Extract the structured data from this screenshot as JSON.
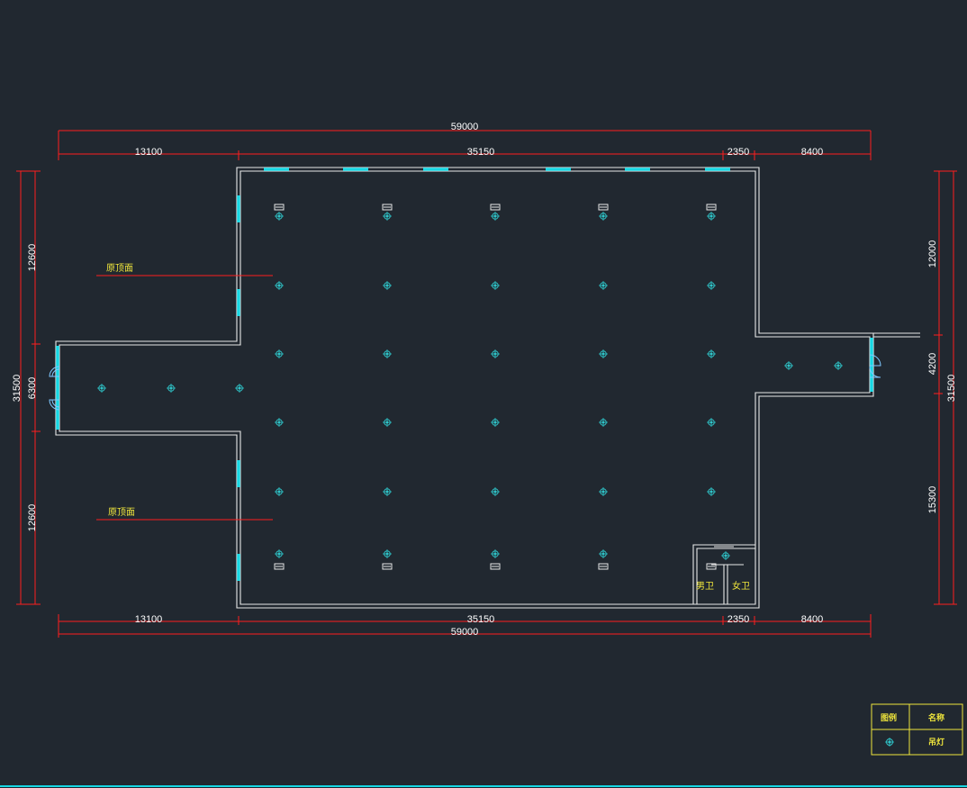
{
  "dimensions": {
    "top_total": "59000",
    "top_segments": [
      "13100",
      "35150",
      "2350",
      "8400"
    ],
    "bottom_total": "59000",
    "bottom_segments": [
      "13100",
      "35150",
      "2350",
      "8400"
    ],
    "left_total": "31500",
    "left_segments": [
      "12600",
      "6300",
      "12600"
    ],
    "right_total": "31500",
    "right_segments": [
      "12000",
      "4200",
      "15300"
    ]
  },
  "labels": {
    "ceiling_upper": "原顶面",
    "ceiling_lower": "原顶面",
    "mens_toilet": "男卫",
    "womens_toilet": "女卫"
  },
  "legend": {
    "header_symbol": "图例",
    "header_name": "名称",
    "row_symbol": "pendant-lamp-icon",
    "row_name": "吊灯"
  },
  "colors": {
    "background": "#212830",
    "dimension": "#ff1e1e",
    "wall": "#e8e8e8",
    "window": "#17d7e3",
    "lamp": "#2fc4c8",
    "annotation": "#f0e63c"
  }
}
